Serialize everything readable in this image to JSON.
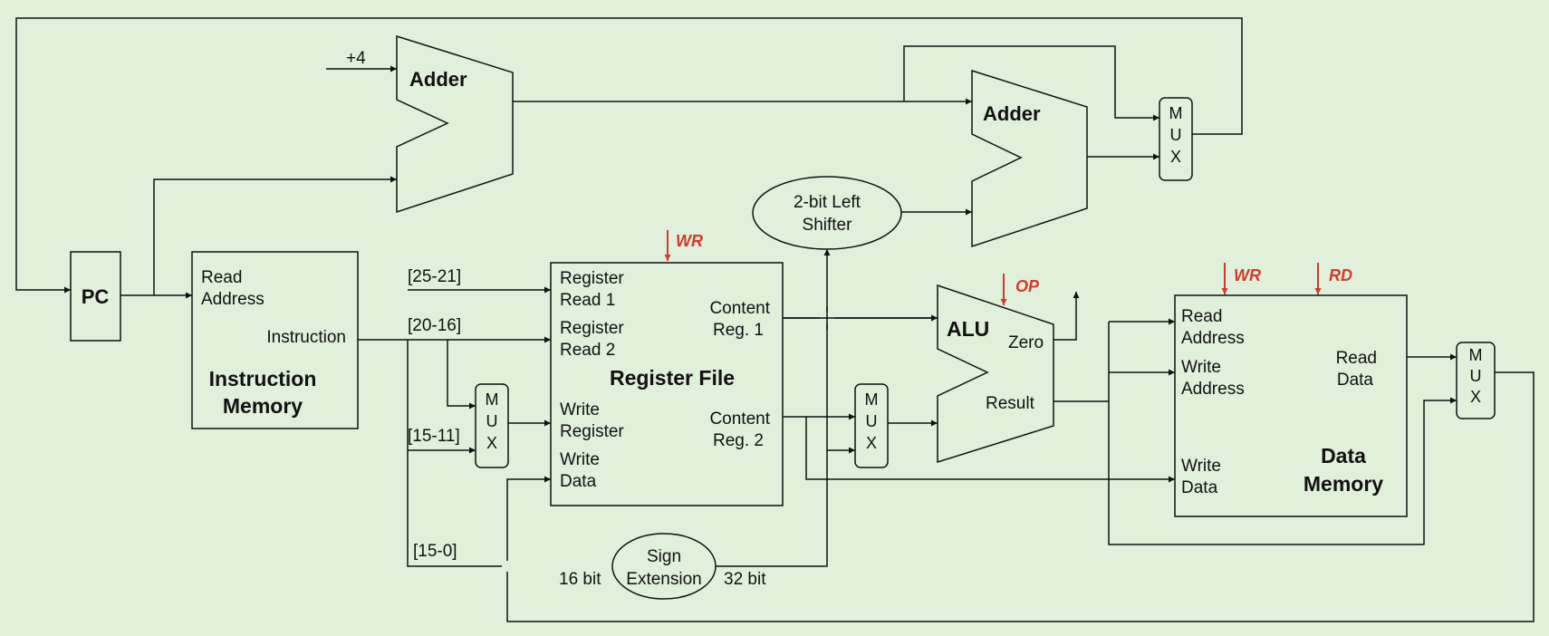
{
  "colors": {
    "background": "#e0f0da",
    "wire": "#111111",
    "control": "#d23a2a"
  },
  "pc": {
    "label": "PC"
  },
  "adder_top": {
    "label": "Adder",
    "const_input": "+4"
  },
  "adder_branch": {
    "label": "Adder"
  },
  "mux_label": [
    "M",
    "U",
    "X"
  ],
  "instruction_memory": {
    "read_address": [
      "Read",
      "Address"
    ],
    "instruction": "Instruction",
    "title": [
      "Instruction",
      "Memory"
    ]
  },
  "fields": {
    "rs": "[25-21]",
    "rt": "[20-16]",
    "rd": "[15-11]",
    "imm": "[15-0]"
  },
  "register_file": {
    "title": "Register File",
    "control": "WR",
    "read1": [
      "Register",
      "Read 1"
    ],
    "read2": [
      "Register",
      "Read 2"
    ],
    "write_reg": [
      "Write",
      "Register"
    ],
    "write_data": [
      "Write",
      "Data"
    ],
    "content1": [
      "Content",
      "Reg. 1"
    ],
    "content2": [
      "Content",
      "Reg. 2"
    ]
  },
  "shifter": {
    "label": [
      "2-bit Left",
      "Shifter"
    ]
  },
  "sign_extension": {
    "label": [
      "Sign",
      "Extension"
    ],
    "in_width": "16 bit",
    "out_width": "32 bit"
  },
  "alu": {
    "label": "ALU",
    "control": "OP",
    "zero": "Zero",
    "result": "Result"
  },
  "data_memory": {
    "title": [
      "Data",
      "Memory"
    ],
    "control_wr": "WR",
    "control_rd": "RD",
    "read_address": [
      "Read",
      "Address"
    ],
    "write_address": [
      "Write",
      "Address"
    ],
    "write_data": [
      "Write",
      "Data"
    ],
    "read_data": [
      "Read",
      "Data"
    ]
  }
}
